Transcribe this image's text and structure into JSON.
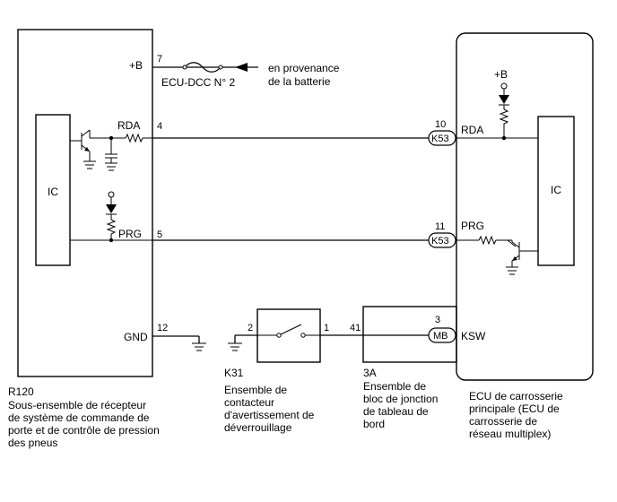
{
  "left_component": {
    "id": "R120",
    "desc_lines": [
      "Sous-ensemble de récepteur",
      "de système de commande de",
      "porte et de contrôle de pression",
      "des pneus"
    ],
    "ic_label": "IC",
    "terminals": {
      "plus_b": {
        "name": "+B",
        "pin": "7"
      },
      "rda": {
        "name": "RDA",
        "pin": "4"
      },
      "prg": {
        "name": "PRG",
        "pin": "5"
      },
      "gnd": {
        "name": "GND",
        "pin": "12"
      }
    },
    "internal_plus_b": ""
  },
  "fuse": {
    "label": "ECU-DCC N° 2",
    "source_lines": [
      "en provenance",
      "de la batterie"
    ]
  },
  "right_component": {
    "desc_lines": [
      "ECU de carrosserie",
      "principale (ECU de",
      "carrosserie de",
      "réseau multiplex)"
    ],
    "ic_label": "IC",
    "plus_b": "+B",
    "terminals": {
      "rda": {
        "name": "RDA",
        "pin": "10",
        "connector": "K53"
      },
      "prg": {
        "name": "PRG",
        "pin": "11",
        "connector": "K53"
      },
      "ksw": {
        "name": "KSW",
        "pin": "3",
        "connector": "MB"
      }
    }
  },
  "switch": {
    "id": "K31",
    "desc_lines": [
      "Ensemble de",
      "contacteur",
      "d'avertissement de",
      "déverrouillage"
    ],
    "pin_left": "2",
    "pin_right": "1"
  },
  "junction": {
    "id": "3A",
    "desc_lines": [
      "Ensemble de",
      "bloc de jonction",
      "de tableau de",
      "bord"
    ],
    "pin_in": "41"
  }
}
